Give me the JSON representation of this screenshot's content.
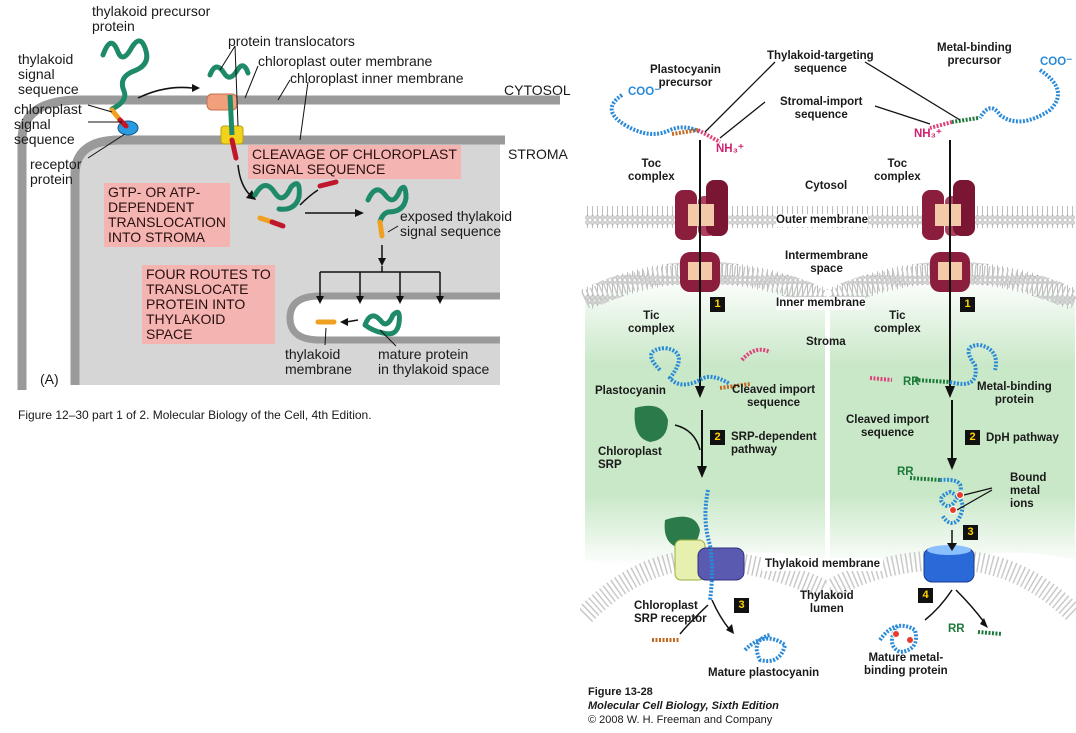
{
  "panel_a": {
    "labels": {
      "thylakoid_precursor": "thylakoid precursor\nprotein",
      "protein_translocators": "protein translocators",
      "outer_membrane": "chloroplast outer membrane",
      "inner_membrane": "chloroplast inner membrane",
      "cytosol": "CYTOSOL",
      "stroma": "STROMA",
      "thylakoid_signal": "thylakoid\nsignal\nsequence",
      "chloroplast_signal": "chloroplast\nsignal\nsequence",
      "receptor": "receptor\nprotein",
      "exposed": "exposed thylakoid\nsignal sequence",
      "thylakoid_membrane": "thylakoid\nmembrane",
      "mature": "mature protein\nin thylakoid space",
      "panel_letter": "(A)"
    },
    "boxes": {
      "cleavage": "CLEAVAGE OF CHLOROPLAST\nSIGNAL SEQUENCE",
      "gtp": "GTP- OR ATP-\nDEPENDENT\nTRANSLOCATION\nINTO STROMA",
      "four_routes": "FOUR ROUTES TO\nTRANSLOCATE\nPROTEIN INTO\nTHYLAKOID\nSPACE"
    },
    "caption": "Figure 12–30 part 1 of 2. Molecular Biology of the Cell, 4th Edition."
  },
  "panel_b": {
    "labels": {
      "plastocyanin_precursor": "Plastocyanin\nprecursor",
      "thylakoid_targeting": "Thylakoid-targeting\nsequence",
      "metal_binding_precursor": "Metal-binding\nprecursor",
      "stromal_import": "Stromal-import\nsequence",
      "coo_left": "COO⁻",
      "coo_right": "COO⁻",
      "nh3_left": "NH₃⁺",
      "nh3_right": "NH₃⁺",
      "toc_left": "Toc\ncomplex",
      "toc_right": "Toc\ncomplex",
      "cytosol": "Cytosol",
      "outer_membrane": "Outer membrane",
      "intermembrane": "Intermembrane\nspace",
      "inner_membrane": "Inner membrane",
      "tic_left": "Tic\ncomplex",
      "tic_right": "Tic\ncomplex",
      "stroma": "Stroma",
      "plastocyanin": "Plastocyanin",
      "cleaved_left": "Cleaved import\nsequence",
      "cleaved_right": "Cleaved import\nsequence",
      "rr1": "RR",
      "metal_binding_protein": "Metal-binding\nprotein",
      "srp_pathway": "SRP-dependent\npathway",
      "dph_pathway": "DpH pathway",
      "chloroplast_srp": "Chloroplast\nSRP",
      "rr2": "RR",
      "bound_metal": "Bound\nmetal\nions",
      "thylakoid_membrane": "Thylakoid membrane",
      "thylakoid_lumen": "Thylakoid\nlumen",
      "srp_receptor": "Chloroplast\nSRP receptor",
      "mature_plastocyanin": "Mature plastocyanin",
      "rr3": "RR",
      "mature_metal": "Mature metal-\nbinding protein"
    },
    "steps": {
      "s1": "1",
      "s2": "2",
      "s3": "3",
      "s4": "4"
    },
    "caption": {
      "line1": "Figure 13-28",
      "line2": "Molecular Cell Biology, Sixth Edition",
      "line3": "© 2008 W. H. Freeman and Company"
    }
  },
  "colors": {
    "membrane_gray": "#9a9a9a",
    "stroma_gray": "#d6d6d6",
    "highlight_pink": "#f4b4b2",
    "protein_teal": "#1f8a6a",
    "chain_blue": "#2a8ad8",
    "toc_maroon": "#8a1e3c",
    "stroma_green": "#c9e8c8"
  }
}
